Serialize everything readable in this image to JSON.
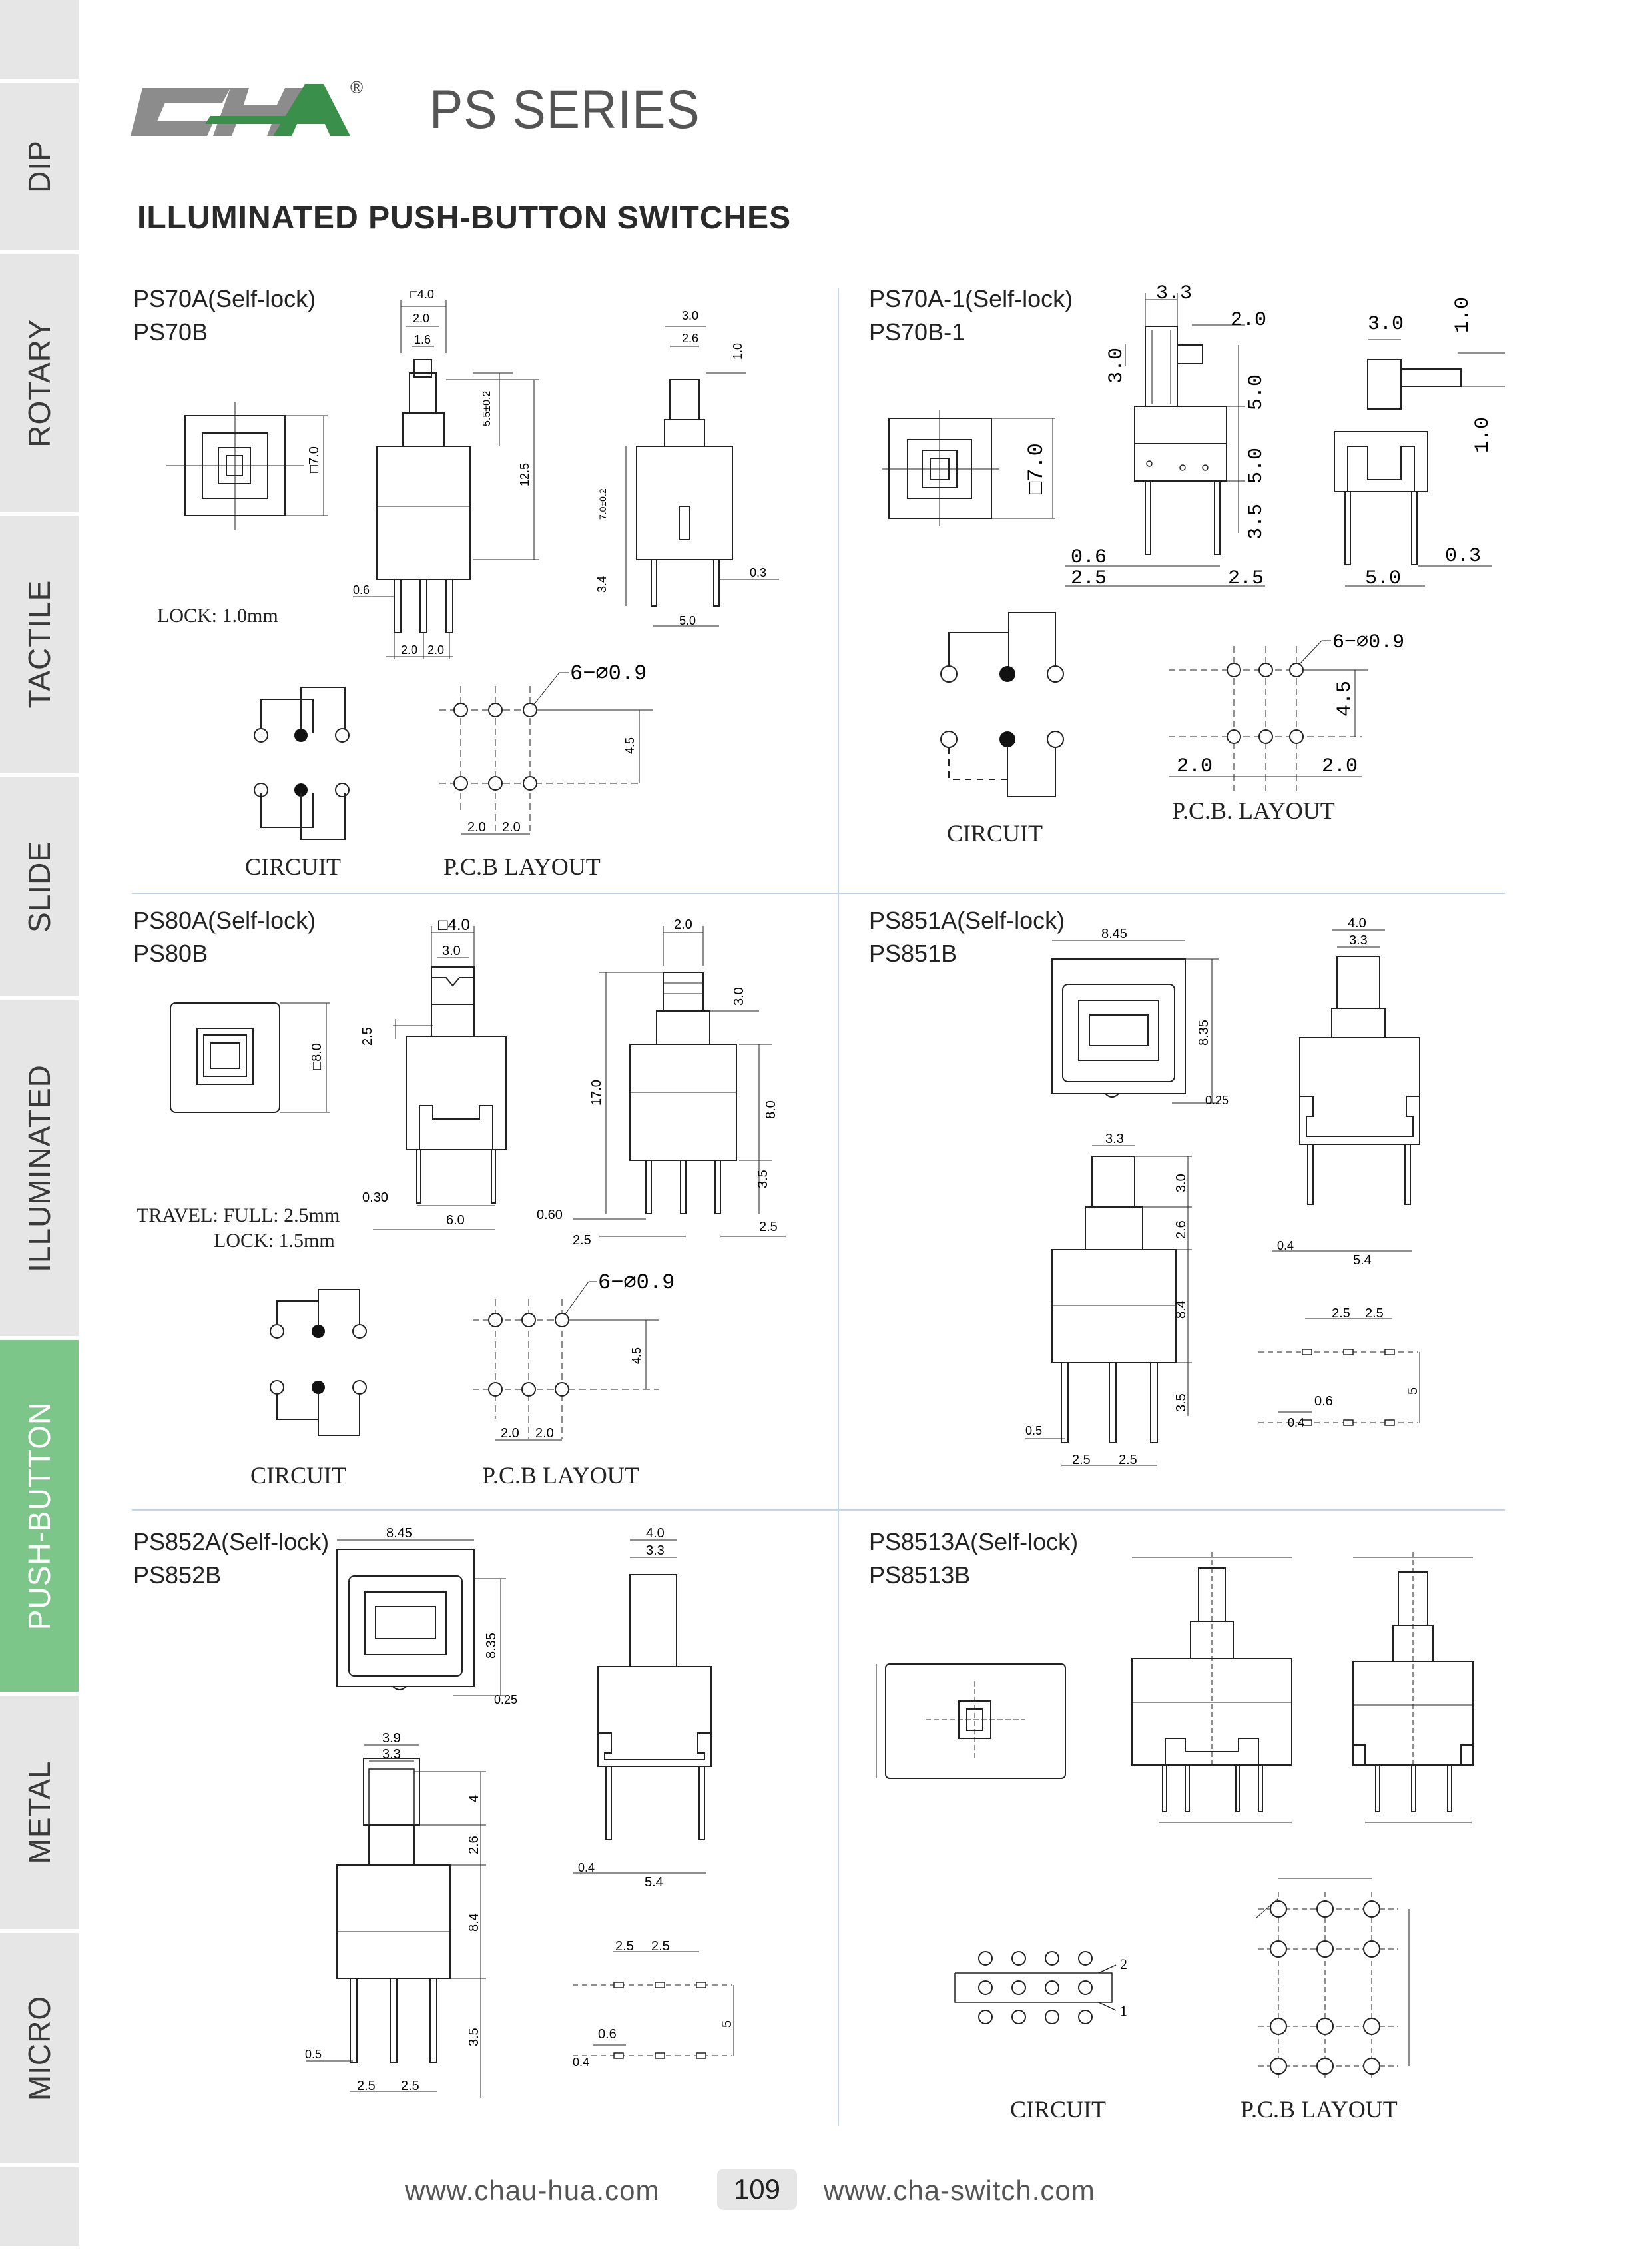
{
  "sidebar": {
    "tabs": [
      {
        "label": "DIP",
        "active": false
      },
      {
        "label": "ROTARY",
        "active": false
      },
      {
        "label": "TACTILE",
        "active": false
      },
      {
        "label": "SLIDE",
        "active": false
      },
      {
        "label": "ILLUMINATED",
        "active": false
      },
      {
        "label": "PUSH-BUTTON",
        "active": true
      },
      {
        "label": "METAL",
        "active": false
      },
      {
        "label": "MICRO",
        "active": false
      }
    ]
  },
  "header": {
    "logo_text": "CHA",
    "registered_mark": "®",
    "series": "PS  SERIES",
    "heading": "ILLUMINATED PUSH-BUTTON SWITCHES"
  },
  "products": [
    {
      "name1": "PS70A(Self-lock)",
      "name2": "PS70B",
      "note1": "LOCK: 1.0mm",
      "circuit": "CIRCUIT",
      "pcb": "P.C.B LAYOUT",
      "holes": "6−⌀0.9"
    },
    {
      "name1": "PS70A-1(Self-lock)",
      "name2": "PS70B-1",
      "circuit": "CIRCUIT",
      "pcb": "P.C.B. LAYOUT",
      "holes": "6−⌀0.9"
    },
    {
      "name1": "PS80A(Self-lock)",
      "name2": "PS80B",
      "note1": "TRAVEL: FULL: 2.5mm",
      "note2": "LOCK: 1.5mm",
      "circuit": "CIRCUIT",
      "pcb": "P.C.B LAYOUT",
      "holes": "6−⌀0.9"
    },
    {
      "name1": "PS851A(Self-lock)",
      "name2": "PS851B"
    },
    {
      "name1": "PS852A(Self-lock)",
      "name2": "PS852B"
    },
    {
      "name1": "PS8513A(Self-lock)",
      "name2": "PS8513B",
      "circuit": "CIRCUIT",
      "pcb": "P.C.B LAYOUT"
    }
  ],
  "dims": {
    "ps70": [
      "□4.0",
      "2.0",
      "1.6",
      "5.5±0.2",
      "12.5",
      "□7.0",
      "0.6",
      "2.0",
      "2.0",
      "3.0",
      "2.6",
      "1.0",
      "7.0±0.2",
      "3.4",
      "0.3",
      "5.0",
      "4.5",
      "2.0",
      "2.0"
    ],
    "ps70_1": [
      "3.3",
      "2.0",
      "3.0",
      "5.0",
      "5.0",
      "3.5",
      "□7.0",
      "0.6",
      "2.5",
      "2.5",
      "3.0",
      "1.0",
      "1.0",
      "0.3",
      "5.0",
      "4.5",
      "2.0",
      "2.0"
    ],
    "ps80": [
      "□4.0",
      "3.0",
      "2.5",
      "□8.0",
      "0.30",
      "6.0",
      "2.0",
      "3.0",
      "17.0",
      "8.0",
      "3.5",
      "0.60",
      "2.5",
      "2.5",
      "4.5",
      "2.0",
      "2.0"
    ],
    "ps851": [
      "8.45",
      "8.35",
      "0.25",
      "4.0",
      "3.3",
      "0.4",
      "5.4",
      "3.3",
      "3.0",
      "2.6",
      "8.4",
      "3.5",
      "0.5",
      "2.5",
      "2.5",
      "2.5",
      "2.5",
      "5",
      "0.6",
      "0.4"
    ],
    "ps852": [
      "8.45",
      "8.35",
      "0.25",
      "4.0",
      "3.3",
      "0.4",
      "5.4",
      "3.9",
      "3.3",
      "4",
      "2.6",
      "8.4",
      "3.5",
      "0.5",
      "2.5",
      "2.5",
      "2.5",
      "2.5",
      "5",
      "0.6",
      "0.4"
    ],
    "ps8513_circuit_marks": [
      "2",
      "1"
    ]
  },
  "footer": {
    "url_left": "www.chau-hua.com",
    "page_number": "109",
    "url_right": "www.cha-switch.com"
  },
  "colors": {
    "sidebar_bg": "#e6e6e6",
    "sidebar_active": "#7dc68a",
    "logo_gray": "#8c8c8c",
    "logo_green": "#3a8f4a",
    "divider": "#bfd6ea"
  }
}
